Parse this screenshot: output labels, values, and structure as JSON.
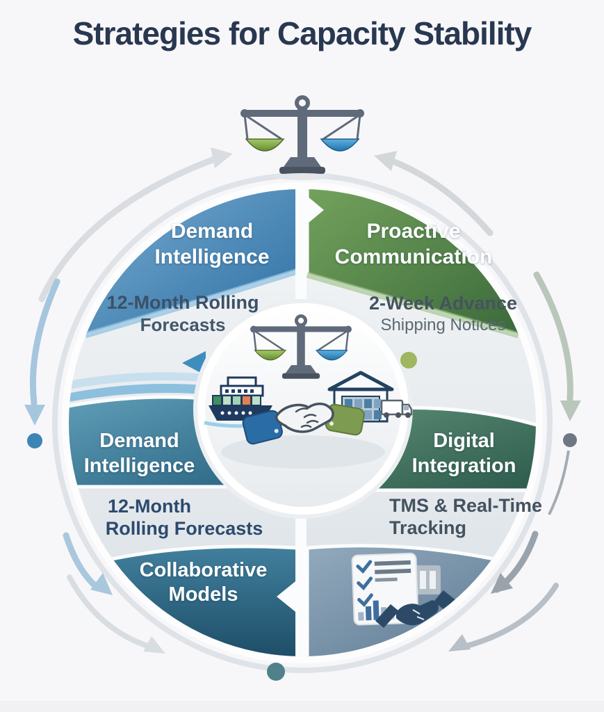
{
  "title": "Strategies for Capacity Stability",
  "diagram": {
    "top_left": {
      "line1": "Demand",
      "line2": "Intelligence",
      "sub1": "12-Month Rolling",
      "sub2": "Forecasts"
    },
    "top_right": {
      "line1": "Proactive",
      "line2": "Communication",
      "sub1": "2-Week Advance",
      "sub2": "Shipping Notices"
    },
    "mid_left": {
      "line1": "Demand",
      "line2": "Intelligence",
      "sub1": "12-Month",
      "sub2": "Rolling Forecasts"
    },
    "mid_right": {
      "line1": "Digital",
      "line2": "Integration",
      "sub1": "TMS & Real-Time",
      "sub2": "Tracking"
    },
    "bottom_left": {
      "line1": "Collaborative",
      "line2": "Models"
    }
  },
  "icons": {
    "top": "balance-scale",
    "center": [
      "balance-scale",
      "cargo-ship",
      "handshake",
      "warehouse",
      "delivery-truck"
    ],
    "bottom_right": "contract-checklist-with-handshake"
  },
  "colors": {
    "title_text": "#293850",
    "quadrant_blue": "#3D7FAE",
    "quadrant_green": "#4C7A42",
    "band_teal": "#2F6F8C",
    "band_dark_green": "#3A6354",
    "wedge_dark_teal": "#255672",
    "wedge_blue_gray": "#6E89A0",
    "scale_green_pan": "#7FAE3F",
    "scale_blue_pan": "#2E86C1",
    "arrow_light_blue": "#A6C6DE",
    "arrow_sage": "#B9C7BA",
    "arrow_gray": "#D6D9DC"
  }
}
